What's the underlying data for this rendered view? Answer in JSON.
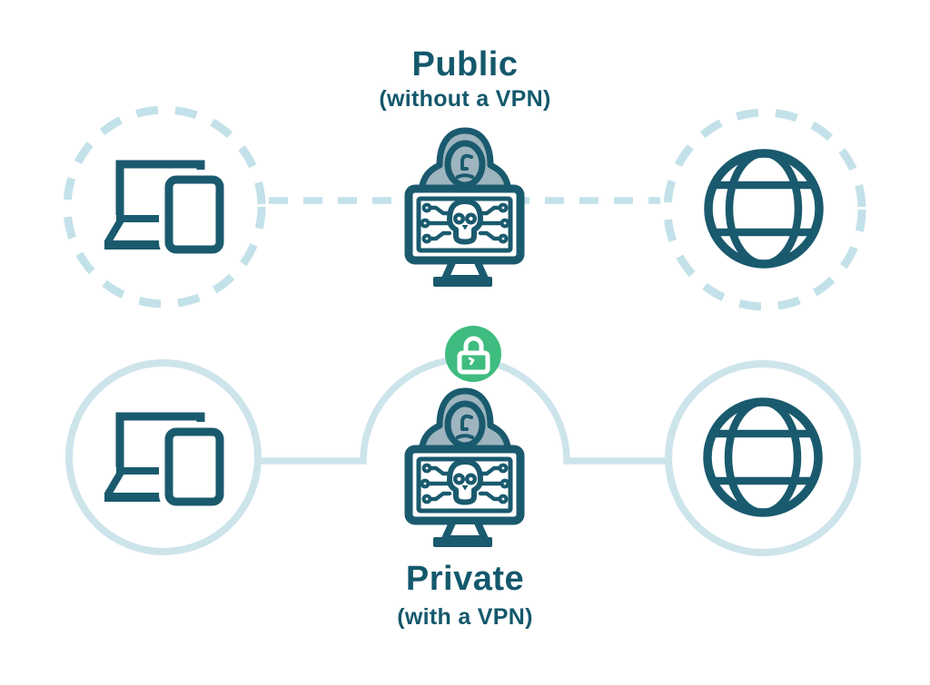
{
  "colors": {
    "bg": "#FFFFFF",
    "teal": "#1A5A6E",
    "teal_text": "#14586C",
    "hood_gray": "#9EB4BE",
    "line_light": "#CDE4EB",
    "line_dash": "#C3E1E9",
    "green": "#3FBC7F",
    "white": "#FFFFFF"
  },
  "public": {
    "title": "Public",
    "subtitle": "(without a VPN)"
  },
  "private": {
    "title": "Private",
    "subtitle": "(with a VPN)"
  },
  "icons": {
    "devices": "laptop-and-tablet-icon",
    "hacker": "hacker-skull-monitor-icon",
    "internet": "globe-icon",
    "lock": "padlock-icon"
  }
}
